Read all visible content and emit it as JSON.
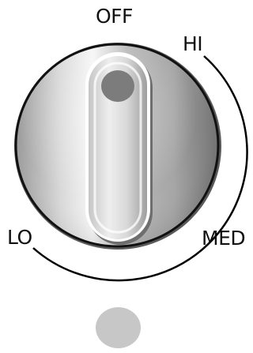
{
  "dial": {
    "labels": {
      "off": "OFF",
      "hi": "HI",
      "lo": "LO",
      "med": "MED"
    }
  },
  "colors": {
    "outline": "#000000",
    "knob_dark": "#8a8a8a",
    "knob_light": "#f4f4f4",
    "handle_dot": "#7c7c7c",
    "indicator_dot": "#c7c7c7"
  },
  "icons": [
    "rotary-knob-icon",
    "indicator-light-icon"
  ]
}
